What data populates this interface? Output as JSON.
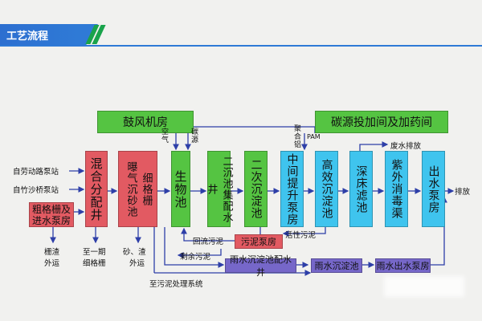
{
  "header": {
    "title": "工艺流程"
  },
  "top_boxes": {
    "blower": "鼓风机房",
    "carbon": "碳源投加间及加药间"
  },
  "units": {
    "mixing_well": "混合分配井",
    "fine_screen": "细格栅",
    "aerated_grit": "曝气沉砂池",
    "bio_tank": "生物池",
    "secondary_distrib": "二沉池集配水井",
    "secondary_clarifier": "二次沉淀池",
    "lift_pump": "中间提升泵房",
    "hi_eff_settling": "高效沉淀池",
    "deep_filter": "深床滤池",
    "uv_channel": "紫外消毒渠",
    "effluent_pump": "出水泵房",
    "coarse_screen": "粗格栅及进水泵房",
    "sludge_pump": "污泥泵房",
    "rain_distrib": "雨水沉淀池配水井",
    "rain_settling": "雨水沉淀池",
    "rain_pump": "雨水出水泵房"
  },
  "labels": {
    "inflow_1": "自劳动路泵站",
    "inflow_2": "自竹沙桥泵站",
    "air": "空气",
    "carbon_source": "碳源",
    "coag": "聚合铝",
    "pam": "PAM",
    "waste_water": "废水排放",
    "discharge": "排放",
    "return_sludge": "回流污泥",
    "active_sludge": "活性污泥",
    "excess_sludge": "剩余污泥",
    "to_sludge": "至污泥处理系统",
    "screenings_1": "栅渣",
    "screenings_2": "外运",
    "to_phase1_1": "至一期",
    "to_phase1_2": "细格栅",
    "grit_1": "砂、渣",
    "grit_2": "外运"
  },
  "colors": {
    "green": "#55c442",
    "red": "#e25a62",
    "cyan": "#3fc4ee",
    "purple": "#7667c9",
    "line": "#2e3fa8",
    "header": "#2f7ad6"
  }
}
